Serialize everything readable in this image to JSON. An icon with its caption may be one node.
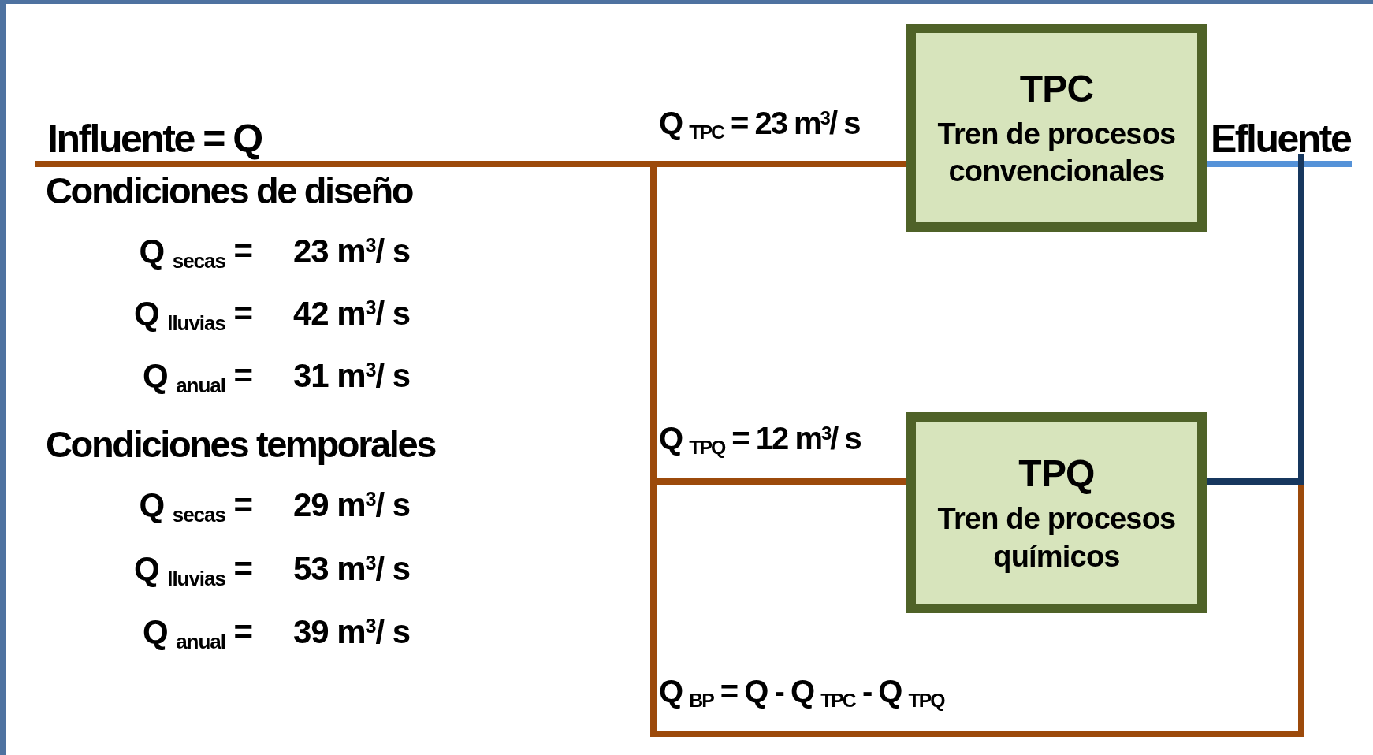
{
  "diagram": {
    "nodes": [
      {
        "text": [
          "Influente = Q"
        ]
      },
      {
        "text": [
          "TPC",
          "Tren de procesos convencionales"
        ]
      },
      {
        "text": [
          "TPQ",
          "Tren de procesos químicos"
        ]
      },
      {
        "text": [
          "Efluente"
        ]
      }
    ],
    "edges": [
      {
        "from": 0,
        "to": 1,
        "arrow": "none",
        "label": "Q $_{TPC}$ = 23 m$^{3}$/ s"
      },
      {
        "from": 0,
        "to": 2,
        "arrow": "none",
        "label": "Q $_{TPQ}$ = 12 m$^{3}$/ s"
      },
      {
        "from": 0,
        "to": 3,
        "arrow": "none",
        "label": "Q $_{BP}$ = Q - Q $_{TPC}$ - Q $_{TPQ}$"
      },
      {
        "from": 1,
        "to": 3,
        "arrow": "none",
        "color": "#5592d8"
      },
      {
        "from": 2,
        "to": 3,
        "arrow": "none",
        "color": "#17375e"
      }
    ],
    "labels": [
      "Condiciones de diseño",
      "Q $_{secas}$ =",
      "23 m$^{3}$/ s",
      "Q $_{lluvias}$ =",
      "42 m$^{3}$/ s",
      "Q $_{anual}$ =",
      "31 m$^{3}$/ s",
      "Condiciones temporales",
      "Q $_{secas}$ =",
      "29 m$^{3}$/ s",
      "Q $_{lluvias}$ =",
      "53 m$^{3}$/ s",
      "Q $_{anual}$ =",
      "39 m$^{3}$/ s"
    ]
  }
}
